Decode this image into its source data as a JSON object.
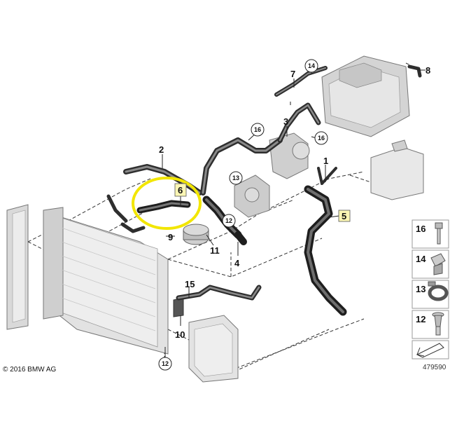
{
  "labels": {
    "l1": "1",
    "l2": "2",
    "l3": "3",
    "l4": "4",
    "l5": "5",
    "l6": "6",
    "l7": "7",
    "l8": "8",
    "l9": "9",
    "l10": "10",
    "l11": "11",
    "l15": "15",
    "c12a": "12",
    "c12b": "12",
    "c13": "13",
    "c14": "14",
    "c16a": "16",
    "c16b": "16"
  },
  "legend": {
    "k16": "16",
    "k14": "14",
    "k13": "13",
    "k12": "12"
  },
  "copyright": "© 2016 BMW AG",
  "ref_number": "479590",
  "colors": {
    "highlight": "#f2e600",
    "label_box": "#fbf6b4",
    "line": "#222222",
    "part": "#bdbdbd"
  },
  "icons": [
    "fastener-icon",
    "clamp-icon",
    "hose-clip-icon",
    "screw-icon",
    "arrow-icon"
  ]
}
